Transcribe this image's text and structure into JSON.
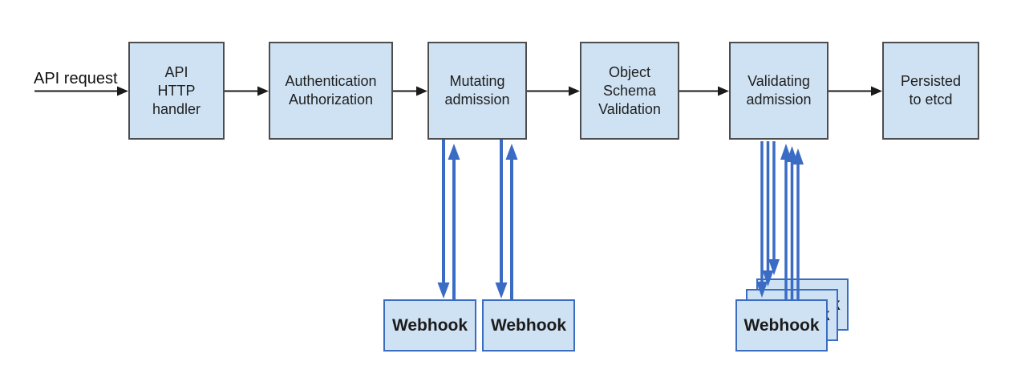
{
  "diagram": {
    "api_request_label": "API request",
    "nodes": [
      {
        "id": "api-http-handler",
        "label": "API\nHTTP\nhandler"
      },
      {
        "id": "authentication-authorization",
        "label": "Authentication\nAuthorization"
      },
      {
        "id": "mutating-admission",
        "label": "Mutating\nadmission"
      },
      {
        "id": "object-schema-validation",
        "label": "Object\nSchema\nValidation"
      },
      {
        "id": "validating-admission",
        "label": "Validating\nadmission"
      },
      {
        "id": "persisted-to-etcd",
        "label": "Persisted\nto etcd"
      }
    ],
    "mutating_webhooks": [
      "Webhook",
      "Webhook"
    ],
    "validating_webhook": "Webhook",
    "colors": {
      "box_fill": "#cfe2f3",
      "box_border": "#4d4d4d",
      "webhook_border": "#3a6cc0",
      "webhook_arrow_blue": "#3b6cc5",
      "flow_arrow_black": "#1a1a1a"
    }
  }
}
